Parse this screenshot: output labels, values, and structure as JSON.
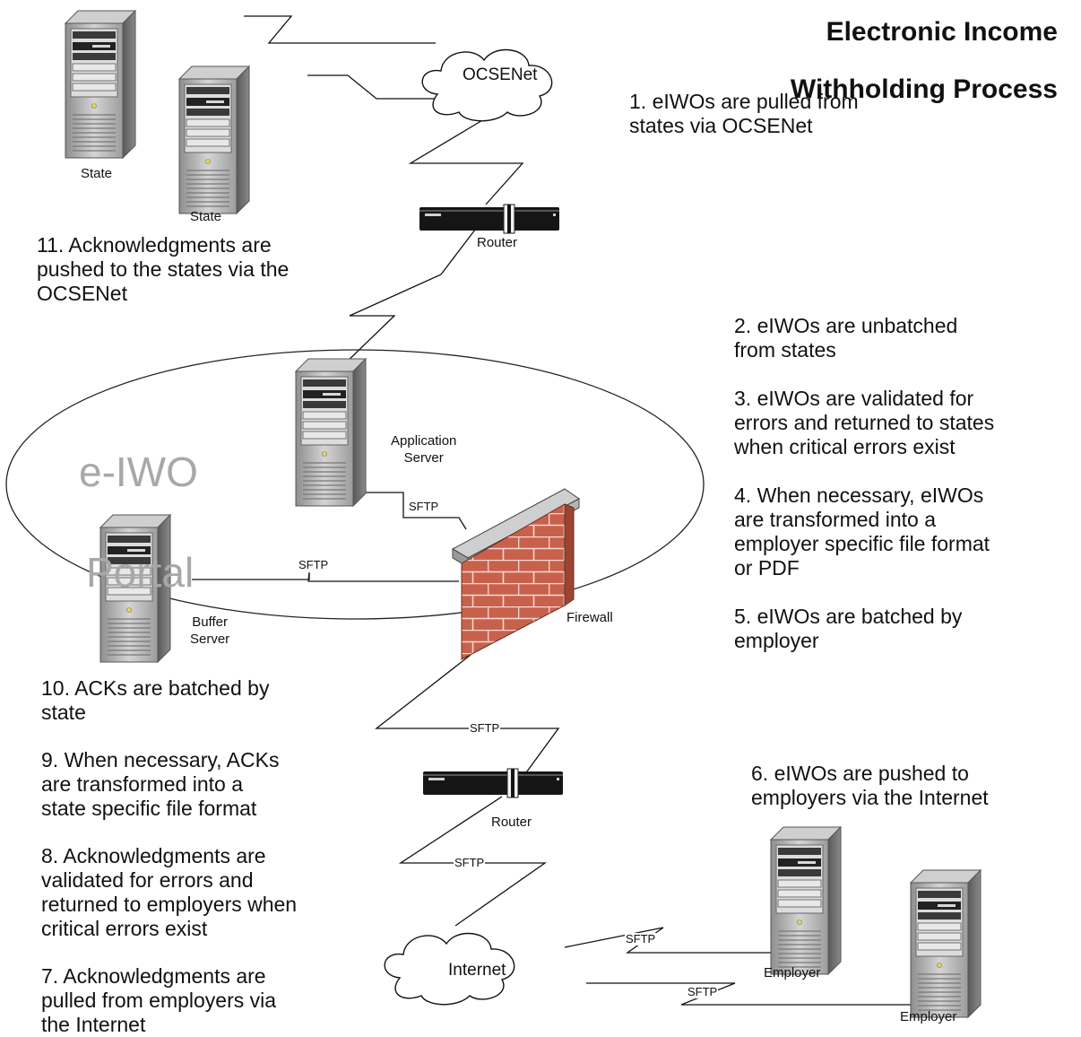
{
  "title": [
    "Electronic Income",
    "Withholding Process"
  ],
  "portal_label": [
    "e-IWO",
    "Portal"
  ],
  "nodes": {
    "ocsenet": "OCSENet",
    "internet": "Internet",
    "state_1": "State",
    "state_2": "State",
    "router_top": "Router",
    "router_bottom": "Router",
    "application_server": "Application\nServer",
    "buffer_server": "Buffer\nServer",
    "firewall": "Firewall",
    "employer_1": "Employer",
    "employer_2": "Employer"
  },
  "sftp_label": "SFTP",
  "steps": [
    "1. eIWOs are pulled from\nstates via OCSENet",
    "2. eIWOs are unbatched\nfrom states",
    "3. eIWOs are validated for\nerrors and returned to states\nwhen critical errors exist",
    "4. When necessary, eIWOs\nare transformed into a\nemployer specific file format\nor PDF",
    "5. eIWOs are batched by\nemployer",
    "6. eIWOs are pushed to\nemployers via the Internet",
    "7. Acknowledgments are\npulled from employers via\nthe Internet",
    "8. Acknowledgments are\nvalidated for errors and\nreturned to employers when\ncritical errors exist",
    "9. When necessary, ACKs\nare transformed into a\nstate specific file format",
    "10. ACKs are batched by\nstate",
    "11. Acknowledgments are\npushed to the states via the\nOCSENet"
  ]
}
